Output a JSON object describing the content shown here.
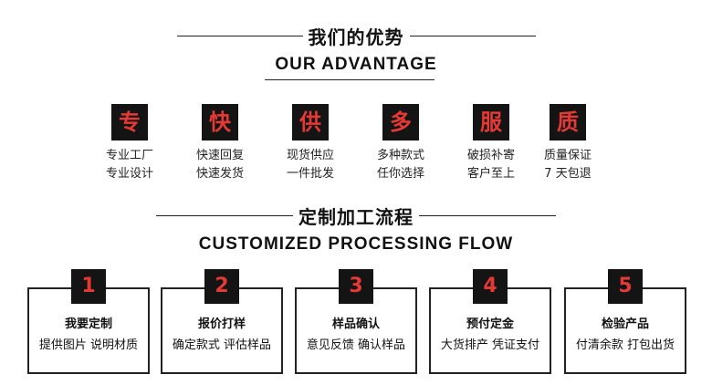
{
  "advantage": {
    "title_cn": "我们的优势",
    "title_en": "OUR ADVANTAGE",
    "items": [
      {
        "char": "专",
        "line1": "专业工厂",
        "line2": "专业设计"
      },
      {
        "char": "快",
        "line1": "快速回复",
        "line2": "快速发货"
      },
      {
        "char": "供",
        "line1": "现货供应",
        "line2": "一件批发"
      },
      {
        "char": "多",
        "line1": "多种款式",
        "line2": "任你选择"
      },
      {
        "char": "服",
        "line1": "破损补寄",
        "line2": "客户至上"
      },
      {
        "char": "质",
        "line1": "质量保证",
        "line2": "7 天包退"
      }
    ]
  },
  "process": {
    "title_cn": "定制加工流程",
    "title_en": "CUSTOMIZED PROCESSING FLOW",
    "steps": [
      {
        "num": "1",
        "title": "我要定制",
        "desc": "提供图片 说明材质"
      },
      {
        "num": "2",
        "title": "报价打样",
        "desc": "确定款式 评估样品"
      },
      {
        "num": "3",
        "title": "样品确认",
        "desc": "意见反馈 确认样品"
      },
      {
        "num": "4",
        "title": "预付定金",
        "desc": "大货排产 凭证支付"
      },
      {
        "num": "5",
        "title": "检验产品",
        "desc": "付清余款 打包出货"
      }
    ]
  },
  "colors": {
    "accent": "#e53935",
    "tile": "#141414",
    "text": "#111111"
  }
}
